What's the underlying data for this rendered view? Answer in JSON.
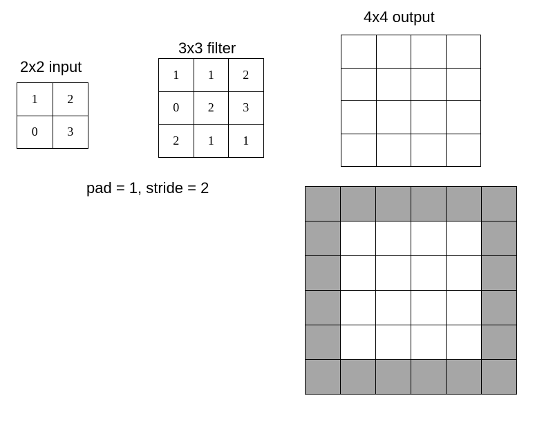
{
  "labels": {
    "input": "2x2 input",
    "filter": "3x3 filter",
    "output": "4x4 output",
    "params": "pad = 1, stride = 2"
  },
  "input_matrix": [
    [
      "1",
      "2"
    ],
    [
      "0",
      "3"
    ]
  ],
  "filter_matrix": [
    [
      "1",
      "1",
      "2"
    ],
    [
      "0",
      "2",
      "3"
    ],
    [
      "2",
      "1",
      "1"
    ]
  ],
  "output_grid": {
    "rows": 4,
    "cols": 4
  },
  "padded_grid": {
    "rows": 6,
    "cols": 6,
    "pad": 1
  },
  "colors": {
    "pad_cell": "#a6a6a6",
    "empty_cell": "#ffffff",
    "line": "#000000"
  }
}
